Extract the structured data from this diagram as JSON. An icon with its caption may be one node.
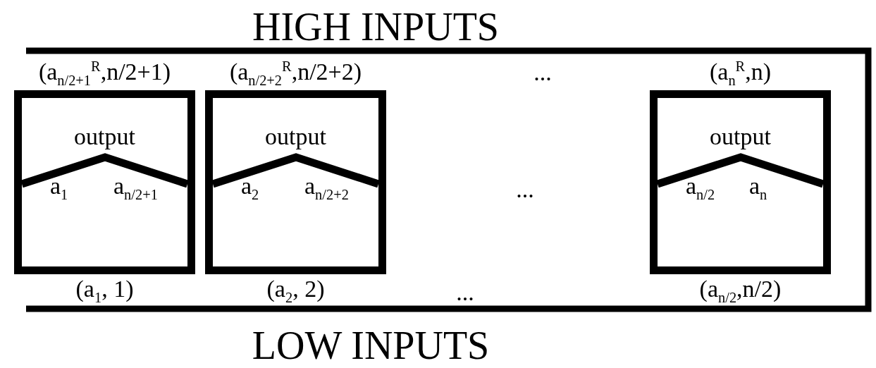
{
  "diagram": {
    "nodes": [
      {
        "text": [
          "output",
          "a$_{1}$",
          "a$_{n/2+1}$"
        ],
        "beside": [
          "(a$_{n/2+1}$$^{R}$,n/2+1)",
          "(a$_{1}$, 1)"
        ]
      },
      {
        "text": [
          "output",
          "a$_{2}$",
          "a$_{n/2+2}$"
        ],
        "beside": [
          "(a$_{n/2+2}$$^{R}$,n/2+2)",
          "(a$_{2}$, 2)"
        ]
      },
      {
        "text": [
          "output",
          "a$_{n/2}$",
          "a$_{n}$"
        ],
        "beside": [
          "(a$_{n}$$^{R}$,n)",
          "(a$_{n/2}$,n/2)"
        ]
      }
    ],
    "edges": [],
    "labels": [
      "HIGH INPUTS",
      "...",
      "...",
      "...",
      "LOW INPUTS"
    ]
  }
}
